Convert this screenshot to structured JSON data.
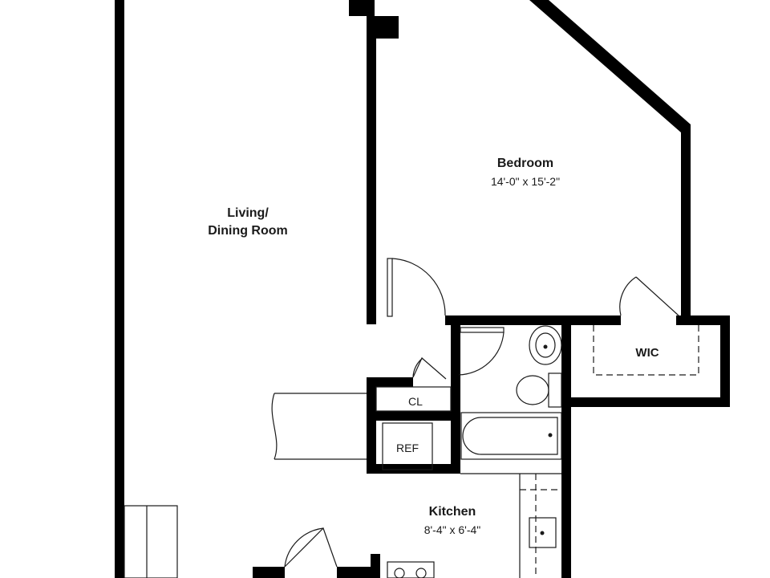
{
  "rooms": {
    "bedroom": {
      "name": "Bedroom",
      "dims": "14'-0\" x 15'-2\""
    },
    "living": {
      "name_line1": "Living/",
      "name_line2": "Dining Room"
    },
    "kitchen": {
      "name": "Kitchen",
      "dims": "8'-4\" x 6'-4\""
    },
    "wic": {
      "name": "WIC"
    }
  },
  "fixtures": {
    "closet": "CL",
    "refrigerator": "REF"
  },
  "colors": {
    "wall": "#000000",
    "line": "#1a1a1a",
    "background": "#ffffff"
  }
}
